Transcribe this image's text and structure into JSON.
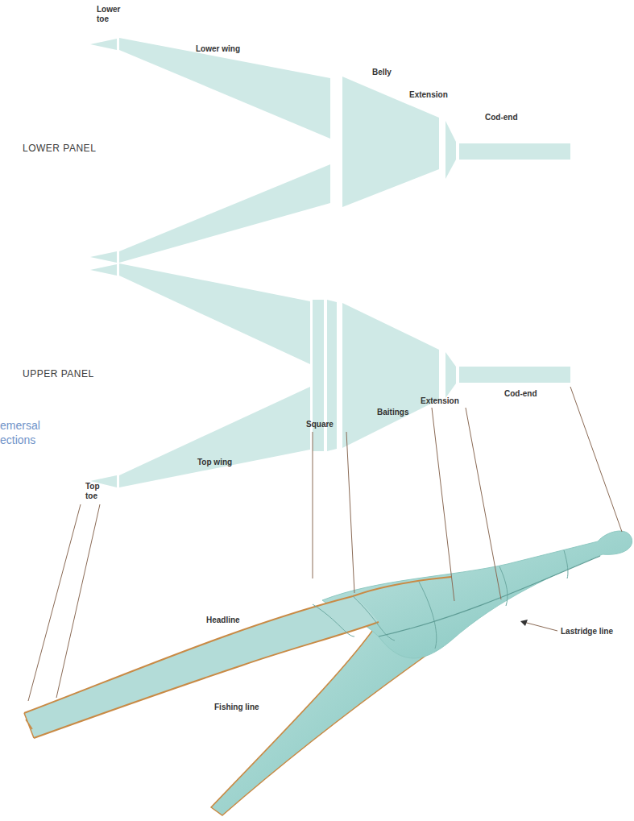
{
  "diagram": {
    "labels": [
      "Lower toe",
      "Lower wing",
      "Belly",
      "Extension",
      "Cod-end",
      "LOWER PANEL",
      "UPPER PANEL",
      "Cod-end",
      "Extension",
      "Baitings",
      "Square",
      "emersal",
      "ections",
      "Top wing",
      "Top toe",
      "Headline",
      "Fishing line",
      "Lastridge line"
    ]
  }
}
